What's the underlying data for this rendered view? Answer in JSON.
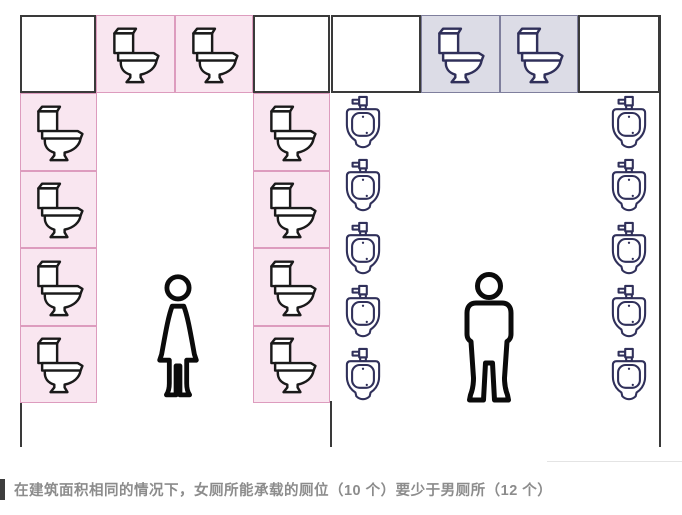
{
  "wall_color": "#3a3a3a",
  "caption_bar_color": "#3d3d3d",
  "caption_text_color": "#8c8c8c",
  "caption": {
    "text": "在建筑面积相同的情况下，女厕所能承载的厕位（10 个）要少于男厕所（12 个）"
  },
  "womens_room": {
    "fixture_type": "toilet-stalls",
    "top_row_toilets": 2,
    "left_column_toilets": 4,
    "right_column_toilets": 4,
    "total_stalls": 10,
    "stall_fill": "#f9e6f0",
    "stall_border": "#dd9cbe",
    "icon_color": "#1a1a1a"
  },
  "mens_room": {
    "fixture_type": "toilet-stalls-and-urinals",
    "top_row_toilets": 2,
    "left_column_urinals": 5,
    "right_column_urinals": 5,
    "total_fixtures": 12,
    "stall_fill": "#dcdce6",
    "stall_border": "#7f7f9d",
    "icon_color": "#30305a"
  }
}
